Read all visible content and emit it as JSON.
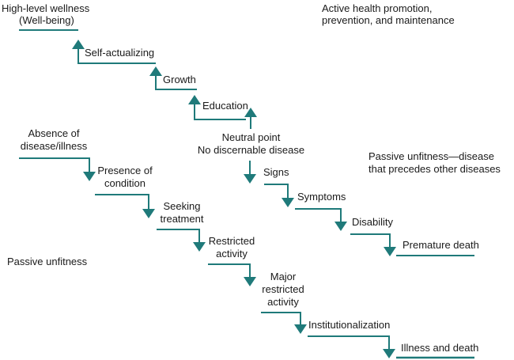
{
  "colors": {
    "line": "#1f7a7a",
    "text": "#1a1a1a"
  },
  "labels": {
    "high_level_wellness": "High-level wellness",
    "well_being": "(Well-being)",
    "self_actualizing": "Self-actualizing",
    "growth": "Growth",
    "education": "Education",
    "neutral_point": "Neutral point",
    "no_disease": "No discernable disease",
    "absence_1": "Absence of",
    "absence_2": "disease/illness",
    "presence_1": "Presence of",
    "presence_2": "condition",
    "seeking_1": "Seeking",
    "seeking_2": "treatment",
    "restricted_1": "Restricted",
    "restricted_2": "activity",
    "major_1": "Major",
    "major_2": "restricted",
    "major_3": "activity",
    "institutionalization": "Institutionalization",
    "illness_death": "Illness and death",
    "signs": "Signs",
    "symptoms": "Symptoms",
    "disability": "Disability",
    "premature_death": "Premature death",
    "active_1": "Active health promotion,",
    "active_2": "prevention, and maintenance",
    "passive_disease_1": "Passive unfitness—disease",
    "passive_disease_2": "that precedes other diseases",
    "passive_unfitness": "Passive unfitness"
  }
}
